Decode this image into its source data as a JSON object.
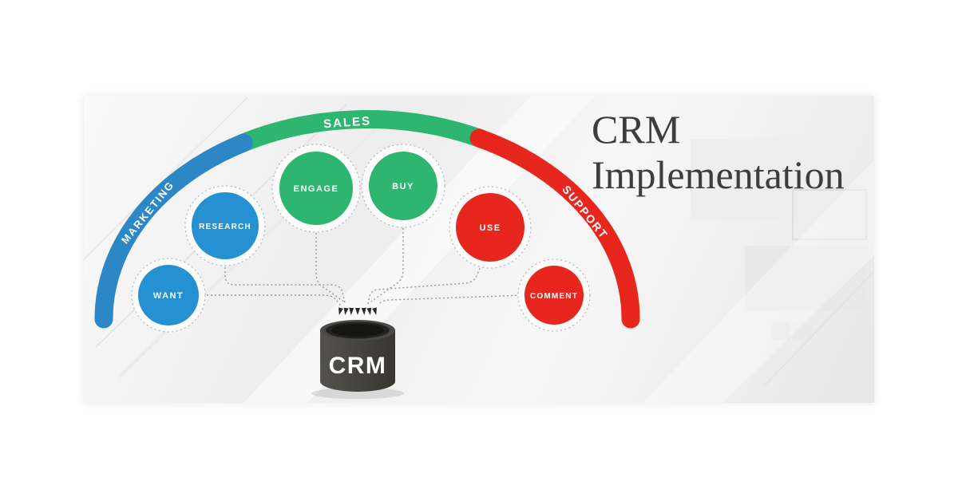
{
  "title": {
    "line1": "CRM",
    "line2": "Implementation",
    "color": "#3d3d3d"
  },
  "arc": {
    "segments": [
      {
        "label": "MARKETING",
        "color": "#2b87c6"
      },
      {
        "label": "SALES",
        "color": "#2eb670"
      },
      {
        "label": "SUPPORT",
        "color": "#e7271d"
      }
    ]
  },
  "stages": [
    {
      "label": "WANT",
      "color": "#2590d2"
    },
    {
      "label": "RESEARCH",
      "color": "#2590d2"
    },
    {
      "label": "ENGAGE",
      "color": "#2eb670"
    },
    {
      "label": "BUY",
      "color": "#2eb670"
    },
    {
      "label": "USE",
      "color": "#e7271d"
    },
    {
      "label": "COMMENT",
      "color": "#e7271d"
    }
  ],
  "database": {
    "label": "CRM"
  }
}
